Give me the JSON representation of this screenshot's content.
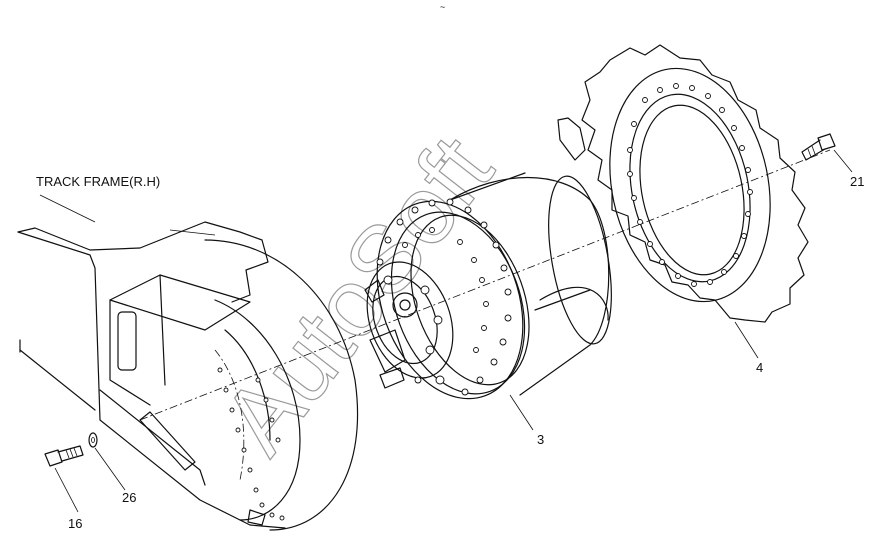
{
  "diagram": {
    "labels": {
      "track_frame": "TRACK FRAME(R.H)",
      "p16": "16",
      "p26": "26",
      "p3": "3",
      "p4": "4",
      "p21": "21"
    },
    "watermark": "AutoSoft"
  }
}
